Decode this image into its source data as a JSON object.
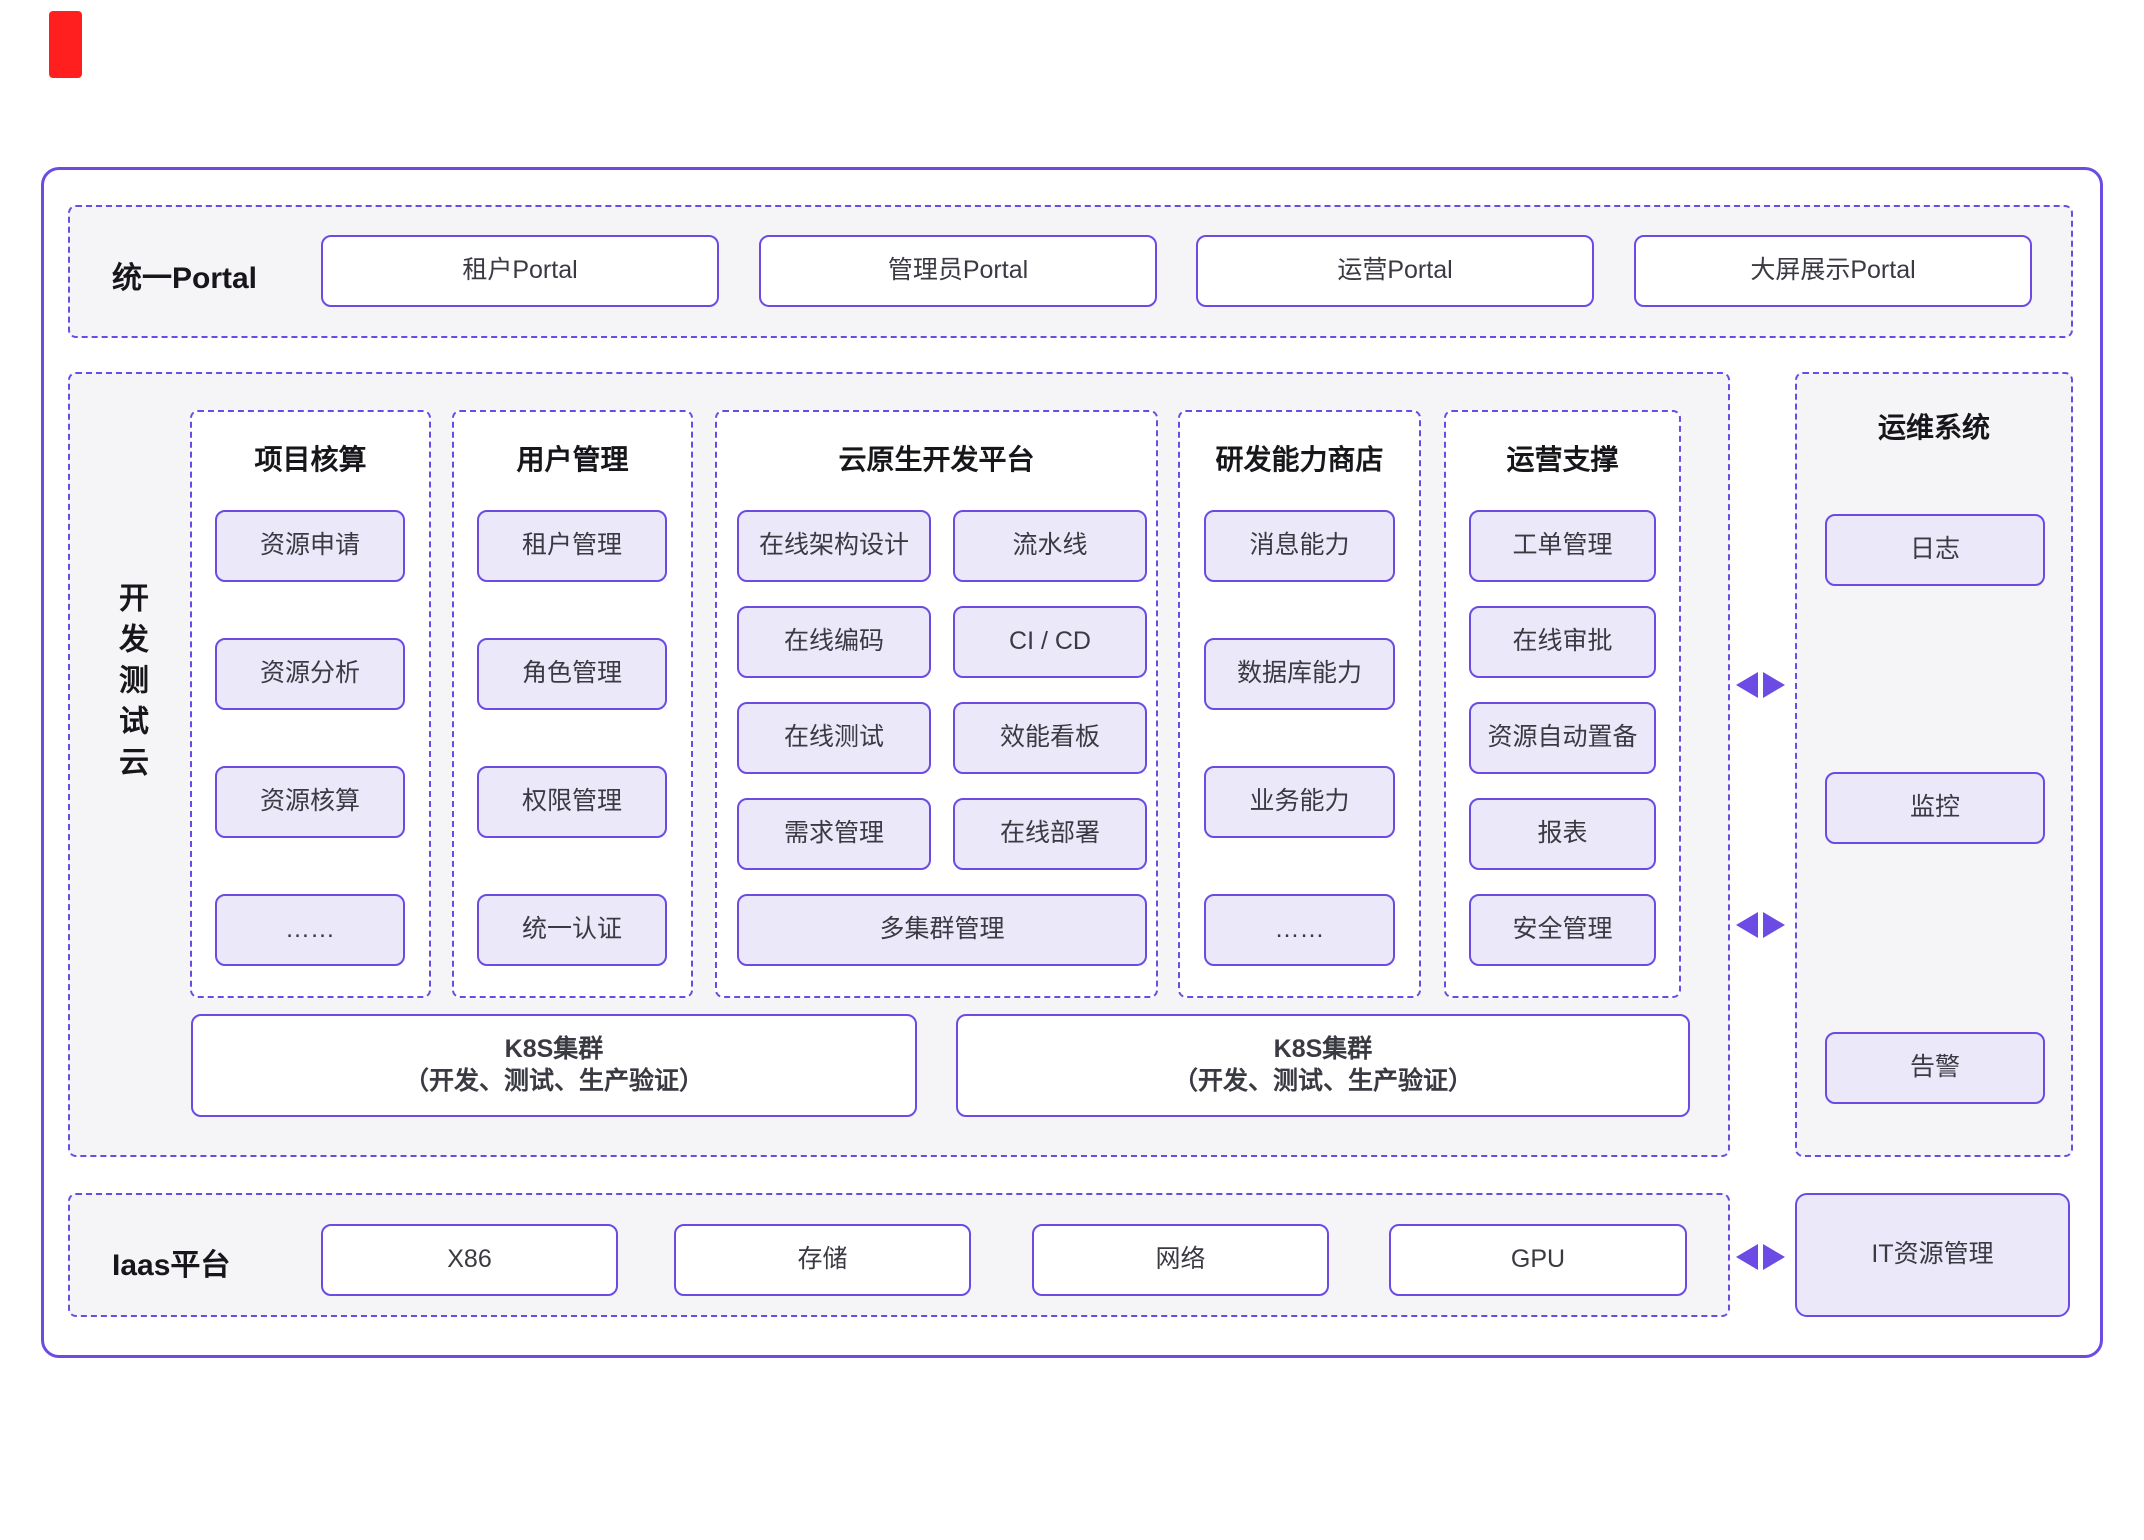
{
  "theme": {
    "purple_border": "#6C4BE5",
    "lavender_fill": "#EBE8F9",
    "band_fill": "#F5F5F8",
    "marker_red": "#ff1f1f",
    "title_color": "#17171B",
    "text_color": "#3A3A42"
  },
  "portal_band": {
    "label": "统一Portal",
    "items": [
      "租户Portal",
      "管理员Portal",
      "运营Portal",
      "大屏展示Portal"
    ]
  },
  "dev_cloud": {
    "side_label": "开发测试云",
    "columns": [
      {
        "title": "项目核算",
        "items": [
          "资源申请",
          "资源分析",
          "资源核算",
          "……"
        ]
      },
      {
        "title": "用户管理",
        "items": [
          "租户管理",
          "角色管理",
          "权限管理",
          "统一认证"
        ]
      },
      {
        "title": "云原生开发平台",
        "left_items": [
          "在线架构设计",
          "在线编码",
          "在线测试",
          "需求管理"
        ],
        "right_items": [
          "流水线",
          "CI / CD",
          "效能看板",
          "在线部署"
        ],
        "full_item": "多集群管理"
      },
      {
        "title": "研发能力商店",
        "items": [
          "消息能力",
          "数据库能力",
          "业务能力",
          "……"
        ]
      },
      {
        "title": "运营支撑",
        "items": [
          "工单管理",
          "在线审批",
          "资源自动置备",
          "报表",
          "安全管理"
        ]
      }
    ],
    "k8s_clusters": [
      {
        "line1": "K8S集群",
        "line2": "（开发、测试、生产验证）"
      },
      {
        "line1": "K8S集群",
        "line2": "（开发、测试、生产验证）"
      }
    ]
  },
  "ops_system": {
    "title": "运维系统",
    "items": [
      "日志",
      "监控",
      "告警"
    ]
  },
  "iaas_band": {
    "label": "Iaas平台",
    "items": [
      "X86",
      "存储",
      "网络",
      "GPU"
    ]
  },
  "it_resource": {
    "label": "IT资源管理"
  }
}
